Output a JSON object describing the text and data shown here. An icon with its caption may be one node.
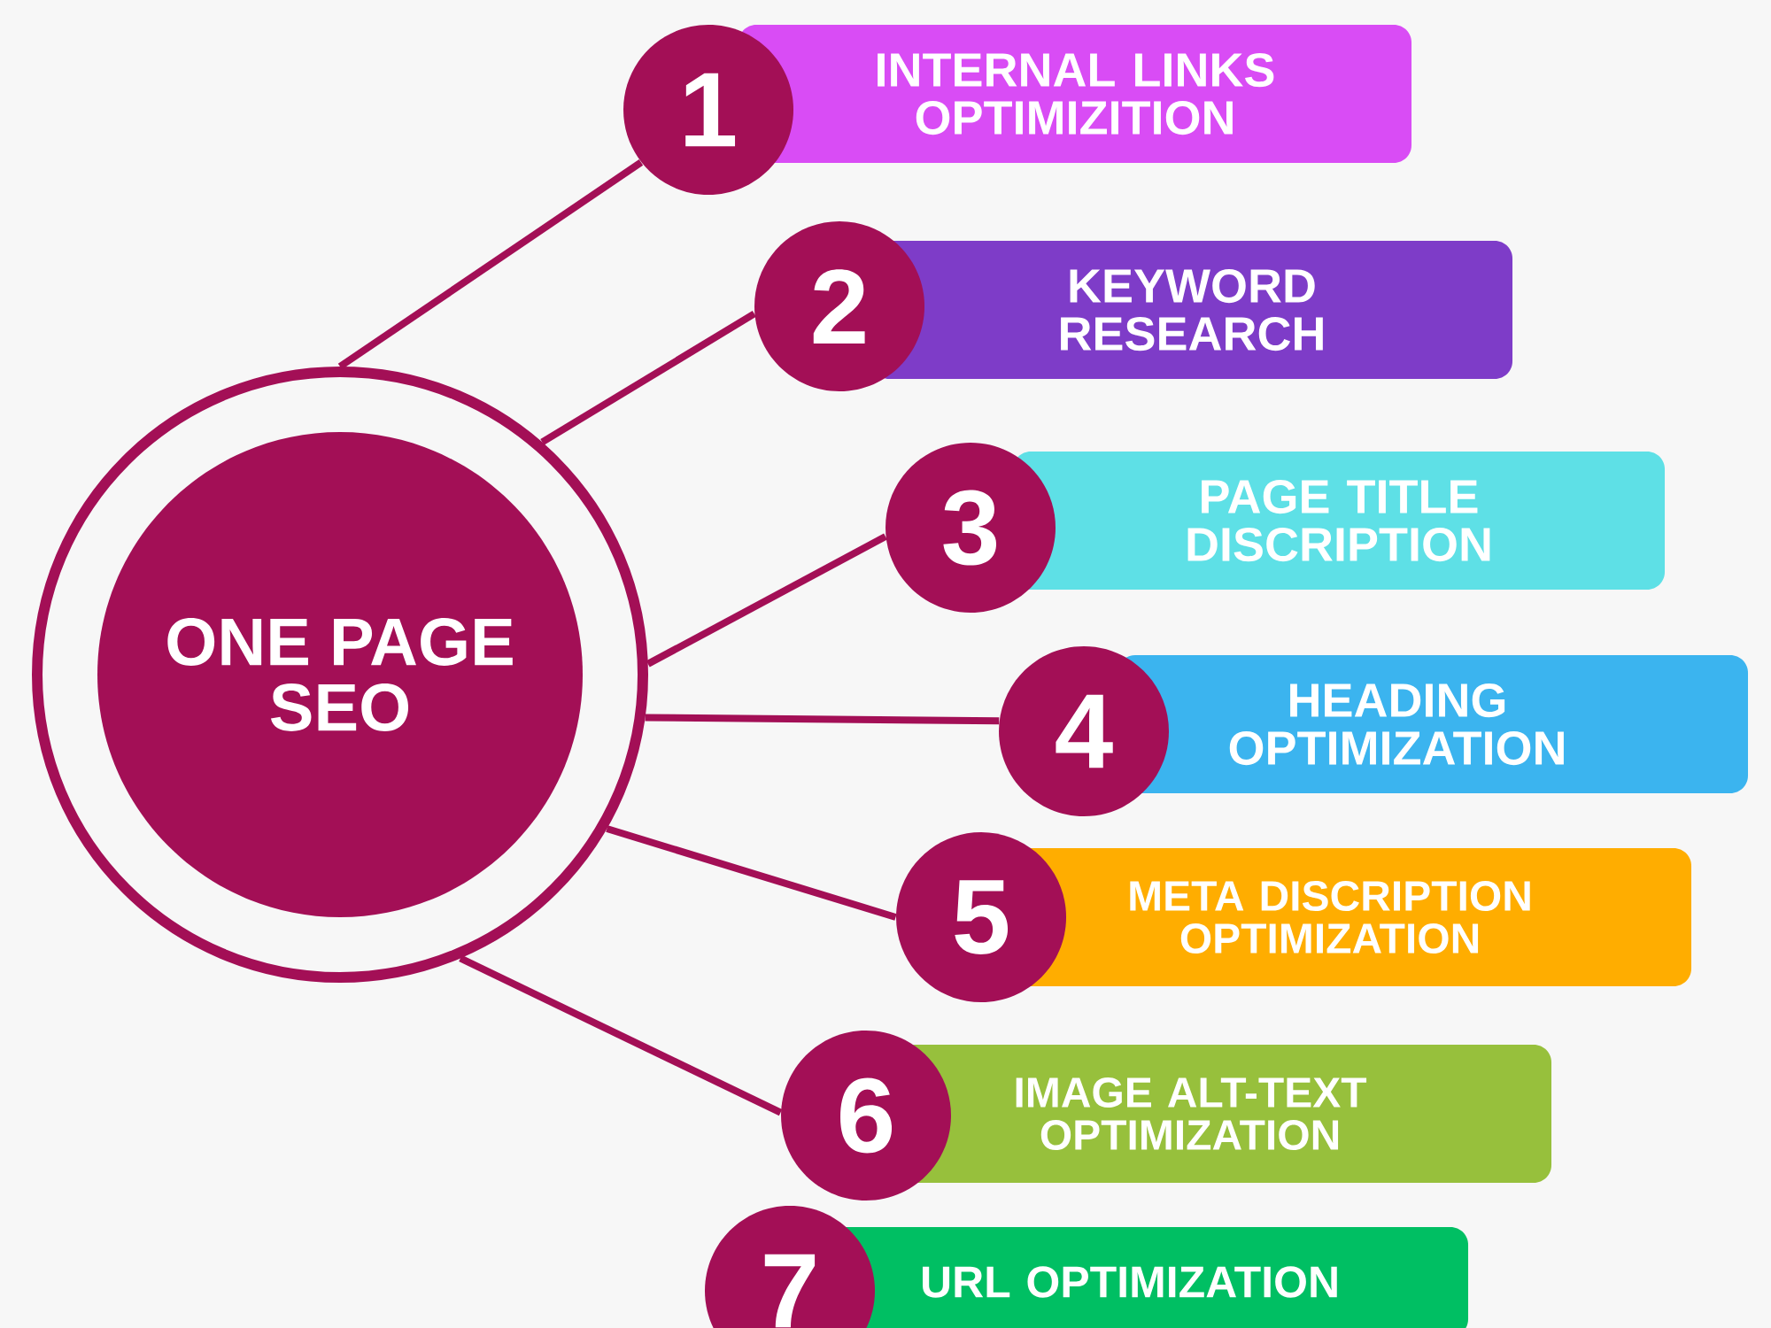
{
  "diagram": {
    "nodes": [
      {
        "text": [],
        "shape": "circle"
      },
      {
        "text": [
          "ONE PAGE SEO"
        ],
        "in": 0
      },
      {
        "text": [
          "1"
        ]
      },
      {
        "text": [
          "INTERNAL LINKS OPTIMIZITION"
        ]
      },
      {
        "text": [
          "2"
        ]
      },
      {
        "text": [
          "KEYWORD RESEARCH"
        ]
      },
      {
        "text": [
          "3"
        ]
      },
      {
        "text": [
          "PAGE TITLE DISCRIPTION"
        ]
      },
      {
        "text": [
          "4"
        ]
      },
      {
        "text": [
          "HEADING OPTIMIZATION"
        ]
      },
      {
        "text": [
          "5"
        ]
      },
      {
        "text": [
          "META DISCRIPTION OPTIMIZATION"
        ]
      },
      {
        "text": [
          "6"
        ]
      },
      {
        "text": [
          "IMAGE ALT-TEXT OPTIMIZATION"
        ]
      },
      {
        "text": [
          "7"
        ]
      },
      {
        "text": [
          "URL OPTIMIZATION"
        ]
      }
    ],
    "edges": [
      {
        "from": 0,
        "to": 2,
        "arrow": "none"
      },
      {
        "from": 0,
        "to": 4,
        "arrow": "none"
      },
      {
        "from": 0,
        "to": 6,
        "arrow": "none"
      },
      {
        "from": 0,
        "to": 8,
        "arrow": "none"
      },
      {
        "from": 0,
        "to": 10,
        "arrow": "none"
      },
      {
        "from": 0,
        "to": 12,
        "arrow": "none"
      }
    ]
  }
}
